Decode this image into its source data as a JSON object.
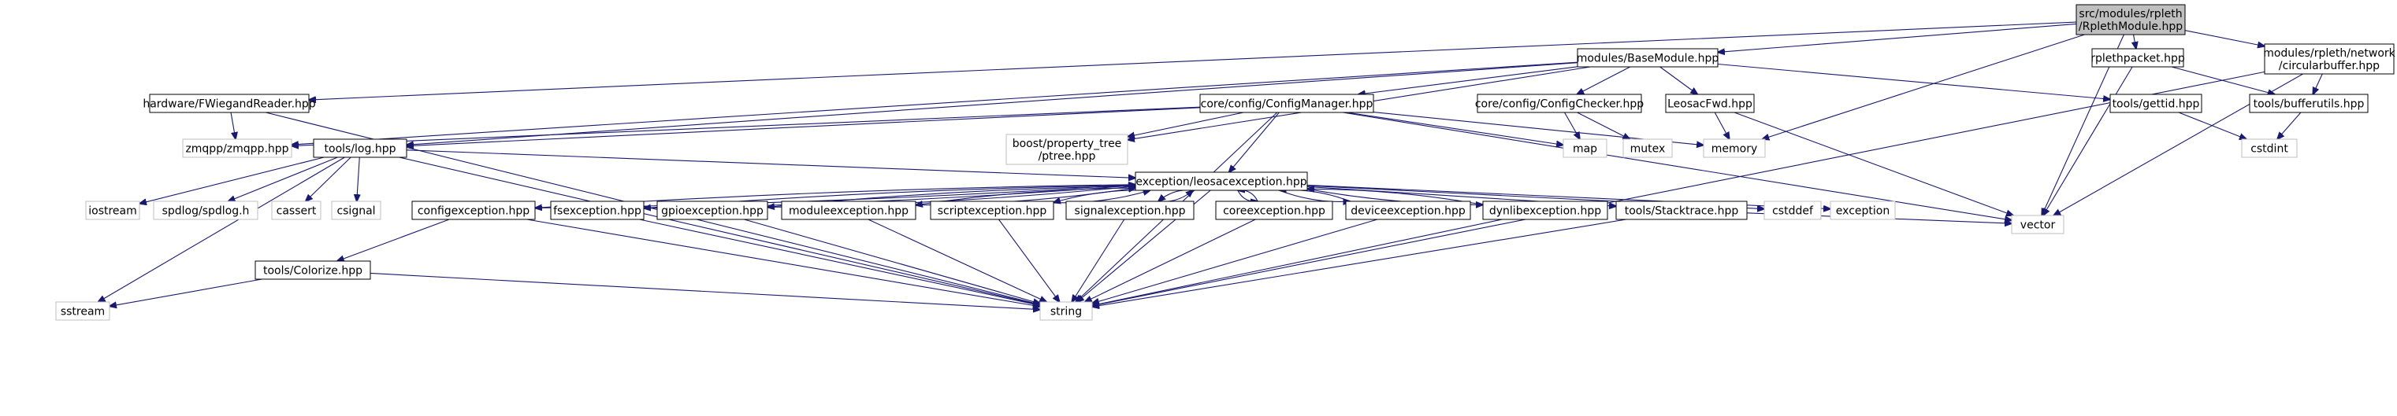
{
  "colors": {
    "root_fill": "#bfbfbf",
    "node_fill": "#ffffff",
    "node_border": "#000000",
    "external_border": "#bfbfbf",
    "external_text": "#808080",
    "edge": "#191970"
  },
  "nodes": [
    {
      "id": "root",
      "lines": [
        "src/modules/rpleth",
        "/RplethModule.hpp"
      ],
      "kind": "root"
    },
    {
      "id": "basemodule",
      "lines": [
        "modules/BaseModule.hpp"
      ],
      "kind": "file"
    },
    {
      "id": "rplethpacket",
      "lines": [
        "rplethpacket.hpp"
      ],
      "kind": "file"
    },
    {
      "id": "circbuf",
      "lines": [
        "modules/rpleth/network",
        "/circularbuffer.hpp"
      ],
      "kind": "file"
    },
    {
      "id": "fwiegand",
      "lines": [
        "hardware/FWiegandReader.hpp"
      ],
      "kind": "file"
    },
    {
      "id": "configmgr",
      "lines": [
        "core/config/ConfigManager.hpp"
      ],
      "kind": "file"
    },
    {
      "id": "configchk",
      "lines": [
        "core/config/ConfigChecker.hpp"
      ],
      "kind": "file"
    },
    {
      "id": "leosacfwd",
      "lines": [
        "LeosacFwd.hpp"
      ],
      "kind": "file"
    },
    {
      "id": "gettid",
      "lines": [
        "tools/gettid.hpp"
      ],
      "kind": "file"
    },
    {
      "id": "bufferutils",
      "lines": [
        "tools/bufferutils.hpp"
      ],
      "kind": "file"
    },
    {
      "id": "zmqpp",
      "lines": [
        "zmqpp/zmqpp.hpp"
      ],
      "kind": "external"
    },
    {
      "id": "boostpt",
      "lines": [
        "boost/property_tree",
        "/ptree.hpp"
      ],
      "kind": "external"
    },
    {
      "id": "map",
      "lines": [
        "map"
      ],
      "kind": "external"
    },
    {
      "id": "mutex",
      "lines": [
        "mutex"
      ],
      "kind": "external"
    },
    {
      "id": "memory",
      "lines": [
        "memory"
      ],
      "kind": "external"
    },
    {
      "id": "cstdint",
      "lines": [
        "cstdint"
      ],
      "kind": "external"
    },
    {
      "id": "log",
      "lines": [
        "tools/log.hpp"
      ],
      "kind": "file"
    },
    {
      "id": "leosacexc",
      "lines": [
        "exception/leosacexception.hpp"
      ],
      "kind": "file"
    },
    {
      "id": "iostream",
      "lines": [
        "iostream"
      ],
      "kind": "external"
    },
    {
      "id": "spdlog",
      "lines": [
        "spdlog/spdlog.h"
      ],
      "kind": "external"
    },
    {
      "id": "cassert",
      "lines": [
        "cassert"
      ],
      "kind": "external"
    },
    {
      "id": "csignal",
      "lines": [
        "csignal"
      ],
      "kind": "external"
    },
    {
      "id": "configexc",
      "lines": [
        "configexception.hpp"
      ],
      "kind": "file"
    },
    {
      "id": "fsexc",
      "lines": [
        "fsexception.hpp"
      ],
      "kind": "file"
    },
    {
      "id": "gpioexc",
      "lines": [
        "gpioexception.hpp"
      ],
      "kind": "file"
    },
    {
      "id": "moduleexc",
      "lines": [
        "moduleexception.hpp"
      ],
      "kind": "file"
    },
    {
      "id": "scriptexc",
      "lines": [
        "scriptexception.hpp"
      ],
      "kind": "file"
    },
    {
      "id": "signalexc",
      "lines": [
        "signalexception.hpp"
      ],
      "kind": "file"
    },
    {
      "id": "coreexc",
      "lines": [
        "coreexception.hpp"
      ],
      "kind": "file"
    },
    {
      "id": "deviceexc",
      "lines": [
        "deviceexception.hpp"
      ],
      "kind": "file"
    },
    {
      "id": "dynlibexc",
      "lines": [
        "dynlibexception.hpp"
      ],
      "kind": "file"
    },
    {
      "id": "stacktrace",
      "lines": [
        "tools/Stacktrace.hpp"
      ],
      "kind": "file"
    },
    {
      "id": "cstddef",
      "lines": [
        "cstddef"
      ],
      "kind": "external"
    },
    {
      "id": "exception",
      "lines": [
        "exception"
      ],
      "kind": "external"
    },
    {
      "id": "vector",
      "lines": [
        "vector"
      ],
      "kind": "external"
    },
    {
      "id": "colorize",
      "lines": [
        "tools/Colorize.hpp"
      ],
      "kind": "file"
    },
    {
      "id": "sstream",
      "lines": [
        "sstream"
      ],
      "kind": "external"
    },
    {
      "id": "string",
      "lines": [
        "string"
      ],
      "kind": "external"
    }
  ],
  "edges": [
    [
      "root",
      "basemodule"
    ],
    [
      "root",
      "rplethpacket"
    ],
    [
      "root",
      "circbuf"
    ],
    [
      "root",
      "fwiegand"
    ],
    [
      "root",
      "memory"
    ],
    [
      "root",
      "vector"
    ],
    [
      "basemodule",
      "zmqpp"
    ],
    [
      "basemodule",
      "boostpt"
    ],
    [
      "basemodule",
      "configmgr"
    ],
    [
      "basemodule",
      "configchk"
    ],
    [
      "basemodule",
      "leosacfwd"
    ],
    [
      "basemodule",
      "gettid"
    ],
    [
      "basemodule",
      "log"
    ],
    [
      "rplethpacket",
      "vector"
    ],
    [
      "rplethpacket",
      "bufferutils"
    ],
    [
      "circbuf",
      "bufferutils"
    ],
    [
      "circbuf",
      "vector"
    ],
    [
      "circbuf",
      "string"
    ],
    [
      "fwiegand",
      "zmqpp"
    ],
    [
      "fwiegand",
      "string"
    ],
    [
      "configmgr",
      "zmqpp"
    ],
    [
      "configmgr",
      "boostpt"
    ],
    [
      "configmgr",
      "map"
    ],
    [
      "configmgr",
      "memory"
    ],
    [
      "configmgr",
      "log"
    ],
    [
      "configmgr",
      "leosacexc"
    ],
    [
      "configmgr",
      "string"
    ],
    [
      "configmgr",
      "vector"
    ],
    [
      "configchk",
      "map"
    ],
    [
      "configchk",
      "mutex"
    ],
    [
      "leosacfwd",
      "memory"
    ],
    [
      "leosacfwd",
      "vector"
    ],
    [
      "gettid",
      "cstdint"
    ],
    [
      "bufferutils",
      "cstdint"
    ],
    [
      "log",
      "iostream"
    ],
    [
      "log",
      "spdlog"
    ],
    [
      "log",
      "cassert"
    ],
    [
      "log",
      "csignal"
    ],
    [
      "log",
      "sstream"
    ],
    [
      "log",
      "string"
    ],
    [
      "log",
      "leosacexc"
    ],
    [
      "leosacexc",
      "configexc"
    ],
    [
      "leosacexc",
      "fsexc"
    ],
    [
      "leosacexc",
      "gpioexc"
    ],
    [
      "leosacexc",
      "moduleexc"
    ],
    [
      "leosacexc",
      "scriptexc"
    ],
    [
      "leosacexc",
      "signalexc"
    ],
    [
      "leosacexc",
      "coreexc"
    ],
    [
      "leosacexc",
      "deviceexc"
    ],
    [
      "leosacexc",
      "dynlibexc"
    ],
    [
      "leosacexc",
      "stacktrace"
    ],
    [
      "leosacexc",
      "cstddef"
    ],
    [
      "leosacexc",
      "exception"
    ],
    [
      "leosacexc",
      "string"
    ],
    [
      "configexc",
      "leosacexc"
    ],
    [
      "fsexc",
      "leosacexc"
    ],
    [
      "gpioexc",
      "leosacexc"
    ],
    [
      "moduleexc",
      "leosacexc"
    ],
    [
      "scriptexc",
      "leosacexc"
    ],
    [
      "signalexc",
      "leosacexc"
    ],
    [
      "coreexc",
      "leosacexc"
    ],
    [
      "deviceexc",
      "leosacexc"
    ],
    [
      "dynlibexc",
      "leosacexc"
    ],
    [
      "configexc",
      "colorize"
    ],
    [
      "configexc",
      "string"
    ],
    [
      "fsexc",
      "string"
    ],
    [
      "gpioexc",
      "string"
    ],
    [
      "moduleexc",
      "string"
    ],
    [
      "scriptexc",
      "string"
    ],
    [
      "signalexc",
      "string"
    ],
    [
      "coreexc",
      "string"
    ],
    [
      "deviceexc",
      "string"
    ],
    [
      "dynlibexc",
      "string"
    ],
    [
      "stacktrace",
      "vector"
    ],
    [
      "stacktrace",
      "string"
    ],
    [
      "colorize",
      "sstream"
    ],
    [
      "colorize",
      "string"
    ]
  ]
}
